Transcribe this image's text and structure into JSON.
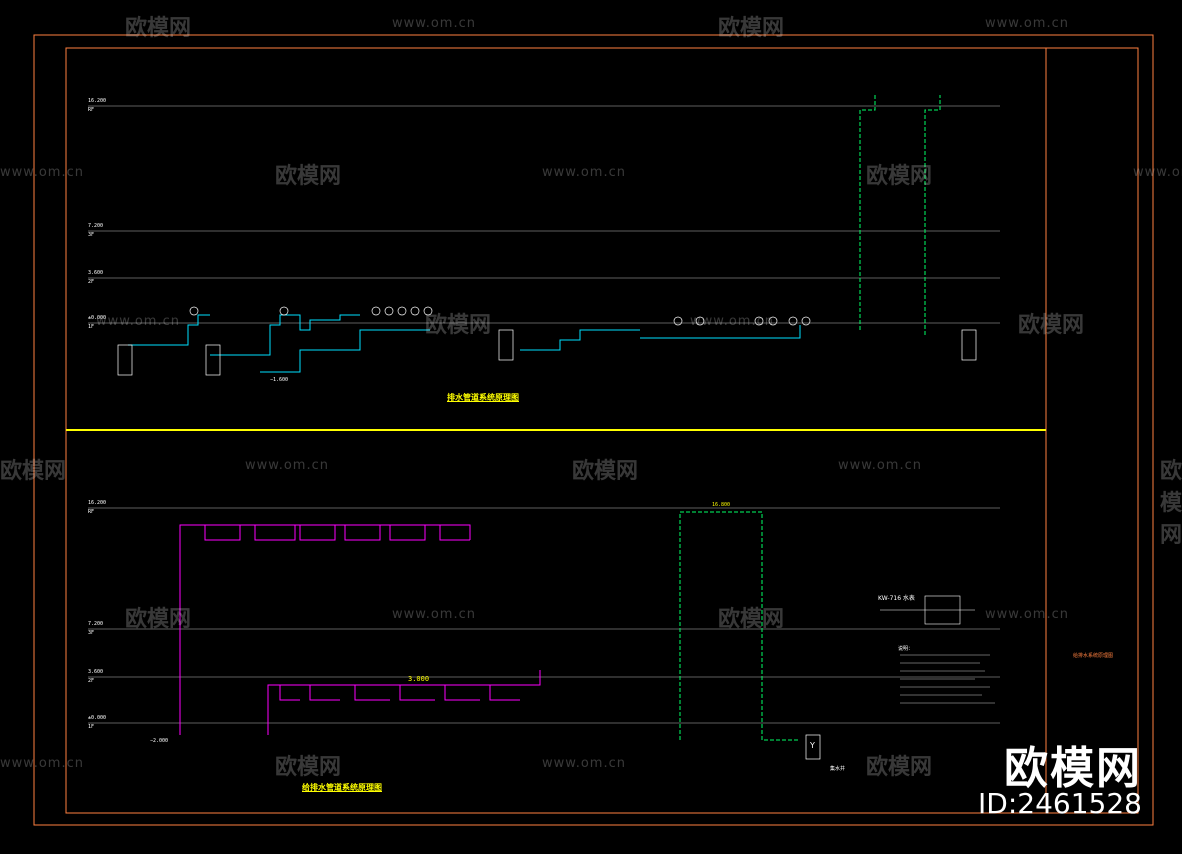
{
  "watermark": {
    "site": "www.om.cn",
    "brand": "欧模网",
    "id_text": "ID:2461528"
  },
  "levels": [
    "16.200",
    "RF",
    "7.200",
    "3F",
    "3.600",
    "2F",
    "±0.000",
    "1F"
  ],
  "drawings": {
    "top_title": "排水管道系统原理图",
    "bottom_title": "给排水管道系统原理图"
  },
  "labels": {
    "elev_top": "−1.600",
    "elev_bottom": "−2.000",
    "mid_value": "3.000",
    "top_value": "16.800",
    "kw_label": "KW-716 水表",
    "tag_y": "Y",
    "legend_title": "说明：",
    "orange_note": "给排水系统原理图",
    "sump": "集水井"
  },
  "colors": {
    "frame": "#ff8040",
    "yellow": "#ffff00",
    "cyan": "#00ffff",
    "green": "#00ff00",
    "magenta": "#ff00ff",
    "white": "#ffffff"
  }
}
